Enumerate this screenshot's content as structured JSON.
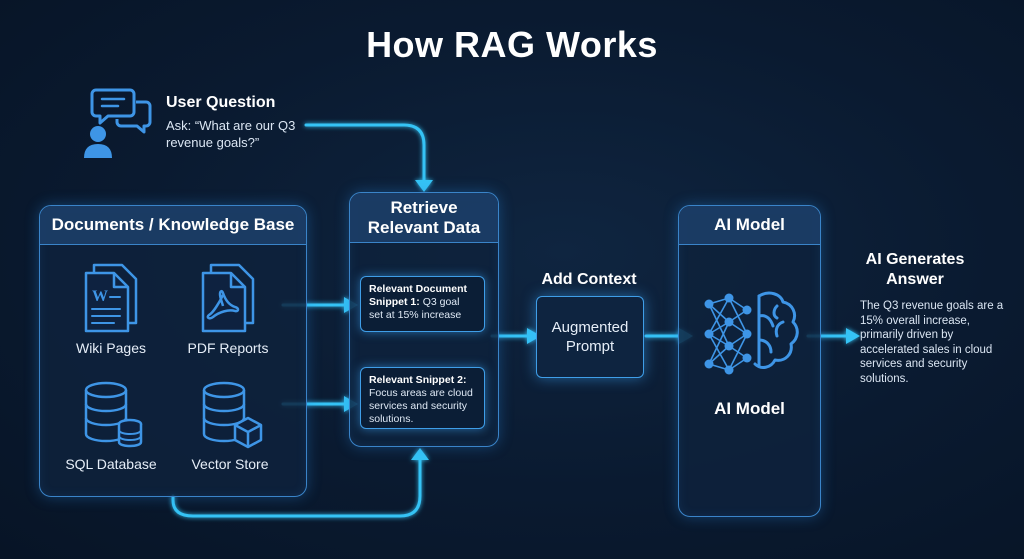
{
  "title": "How RAG Works",
  "user_question": {
    "heading": "User Question",
    "text": "Ask: “What are our Q3 revenue goals?”"
  },
  "knowledge_base": {
    "header": "Documents / Knowledge Base",
    "items": [
      {
        "label": "Wiki Pages",
        "icon": "word-document-icon"
      },
      {
        "label": "PDF Reports",
        "icon": "pdf-document-icon"
      },
      {
        "label": "SQL Database",
        "icon": "sql-database-icon"
      },
      {
        "label": "Vector Store",
        "icon": "vector-store-icon"
      }
    ]
  },
  "retrieve": {
    "header": "Retrieve Relevant Data",
    "snippets": [
      {
        "title": "Relevant Document Snippet 1:",
        "text": "Q3 goal set at 15% increase"
      },
      {
        "title": "Relevant Snippet 2:",
        "text": "Focus areas are cloud services and security solutions."
      }
    ]
  },
  "add_context": {
    "heading": "Add Context",
    "box": "Augmented Prompt"
  },
  "ai_model": {
    "header": "AI Model",
    "label": "AI Model",
    "icon": "neural-network-brain-icon"
  },
  "answer": {
    "heading": "AI Generates Answer",
    "text": "The Q3 revenue goals are a 15% overall increase, primarily driven by accelerated sales in cloud services and security solutions."
  },
  "colors": {
    "background": "#0a1a30",
    "panel_border": "#3a84c9",
    "accent_cyan": "#34c3f5",
    "icon_blue": "#3e95e6"
  }
}
